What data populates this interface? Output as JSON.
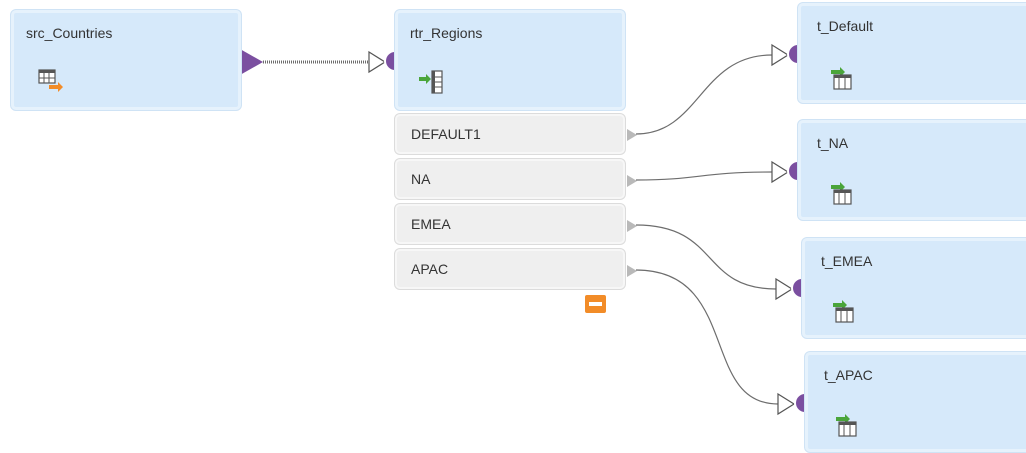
{
  "colors": {
    "node_fill": "#d6e9fa",
    "group_fill": "#efefef",
    "port_purple": "#7b4fa0",
    "link_gray": "#6d6d6d",
    "accent_orange": "#f28c28",
    "icon_green": "#4aa53a"
  },
  "source": {
    "title": "src_Countries",
    "icon": "table-source-icon"
  },
  "router": {
    "title": "rtr_Regions",
    "icon": "router-icon",
    "groups": [
      "DEFAULT1",
      "NA",
      "EMEA",
      "APAC"
    ],
    "collapse_icon": "collapse-icon"
  },
  "targets": [
    {
      "title": "t_Default",
      "icon": "table-target-icon"
    },
    {
      "title": "t_NA",
      "icon": "table-target-icon"
    },
    {
      "title": "t_EMEA",
      "icon": "table-target-icon"
    },
    {
      "title": "t_APAC",
      "icon": "table-target-icon"
    }
  ]
}
